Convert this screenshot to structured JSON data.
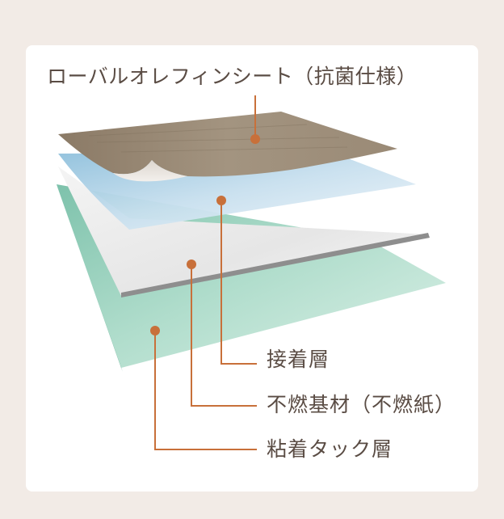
{
  "labels": {
    "top_sheet": "ローバルオレフィンシート（抗菌仕様）",
    "adhesive_layer": "接着層",
    "core_material": "不燃基材（不燃紙）",
    "tack_layer": "粘着タック層"
  },
  "colors": {
    "background": "#f2ebe6",
    "card": "#ffffff",
    "label_text": "#5a4c44",
    "leader": "#c8703a",
    "wood": "#9a8a76",
    "adhesive": "#cfe3ef",
    "core": "#ececec",
    "tack": "#8fcdb8"
  }
}
